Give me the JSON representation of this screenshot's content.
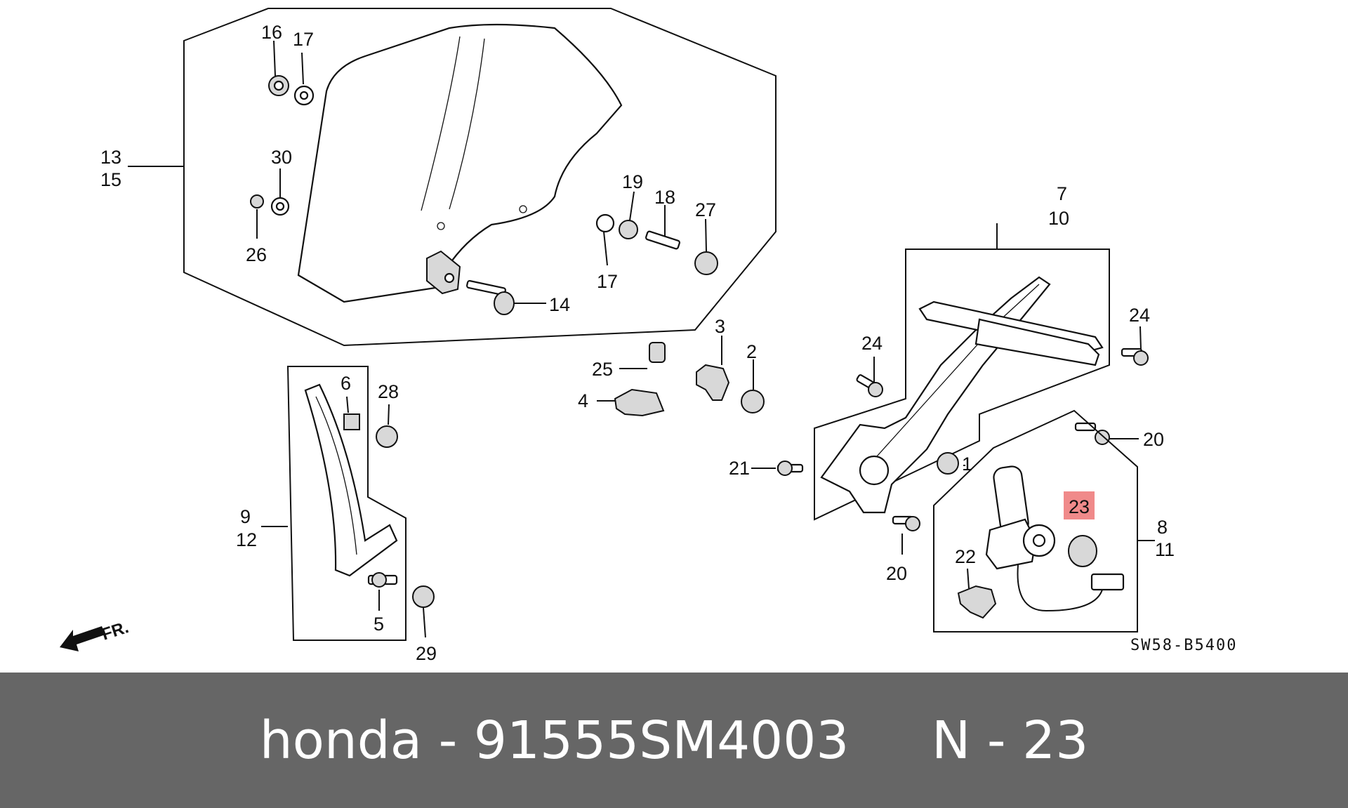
{
  "diagram": {
    "callouts": {
      "c1": "1",
      "c2": "2",
      "c3": "3",
      "c4": "4",
      "c5": "5",
      "c6": "6",
      "c7": "7",
      "c8": "8",
      "c9": "9",
      "c10": "10",
      "c11": "11",
      "c12": "12",
      "c13": "13",
      "c14": "14",
      "c15": "15",
      "c16": "16",
      "c17a": "17",
      "c17b": "17",
      "c18": "18",
      "c19": "19",
      "c20a": "20",
      "c20b": "20",
      "c21": "21",
      "c22": "22",
      "c23": "23",
      "c24a": "24",
      "c24b": "24",
      "c25": "25",
      "c26": "26",
      "c27": "27",
      "c28": "28",
      "c29": "29",
      "c30": "30"
    },
    "highlight_color": "#f08a8a",
    "direction_label": "FR.",
    "diagram_code": "SW58-B5400"
  },
  "footer": {
    "brand": "honda",
    "separator1": " - ",
    "part_number": "91555SM4003",
    "gap": "     ",
    "item_prefix": "N",
    "separator2": " - ",
    "item_number": "23"
  }
}
